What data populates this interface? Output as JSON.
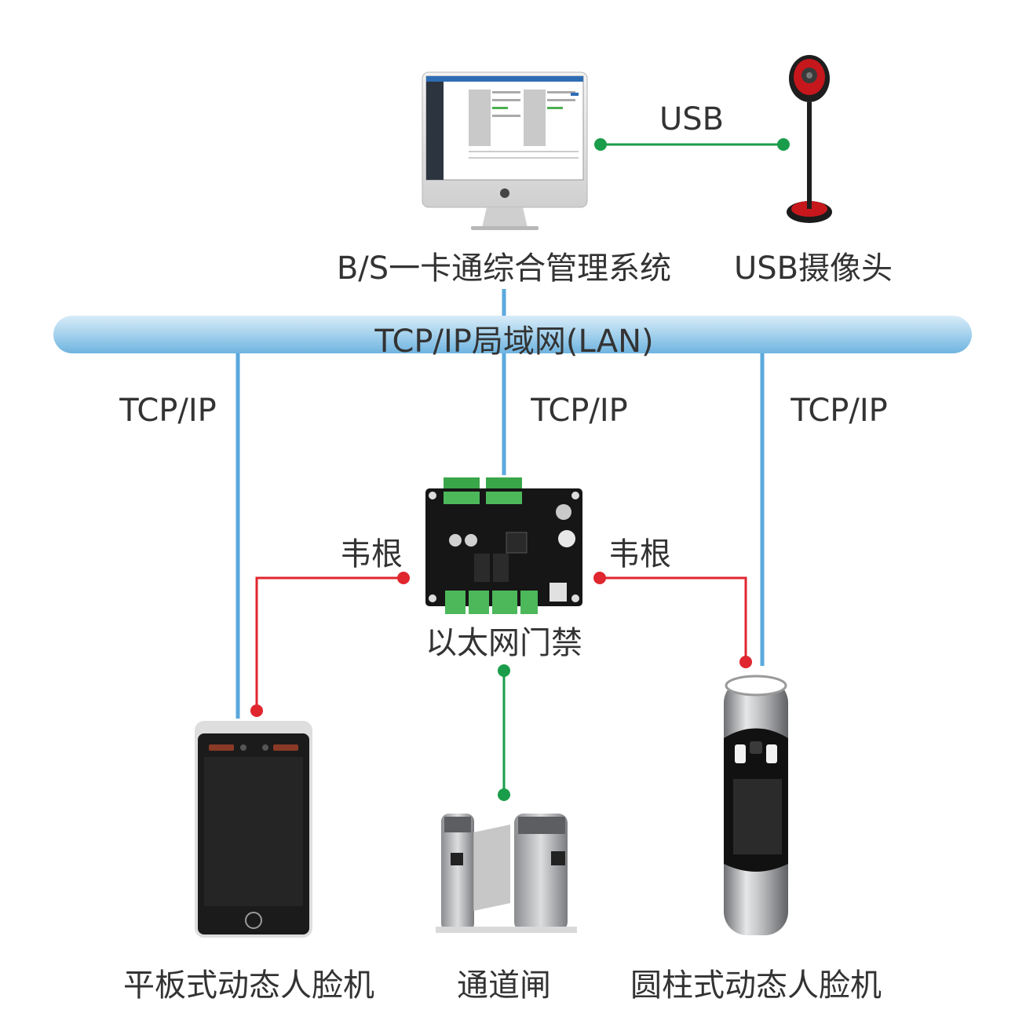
{
  "network": {
    "bus_label": "TCP/IP局域网(LAN)"
  },
  "server": {
    "label": "B/S一卡通综合管理系统"
  },
  "camera": {
    "label": "USB摄像头",
    "link_label": "USB"
  },
  "links": {
    "left": "TCP/IP",
    "center": "TCP/IP",
    "right": "TCP/IP"
  },
  "controller": {
    "label": "以太网门禁",
    "wiegand_left": "韦根",
    "wiegand_right": "韦根"
  },
  "devices": {
    "tablet": "平板式动态人脸机",
    "gate": "通道闸",
    "column": "圆柱式动态人脸机"
  },
  "colors": {
    "bus": "#a6d3ec",
    "tcp_line": "#5aa9dc",
    "wiegand_line": "#e0262f",
    "usb_line": "#1a9d4a"
  }
}
